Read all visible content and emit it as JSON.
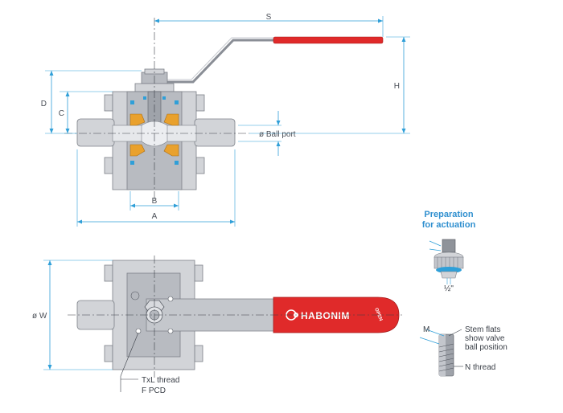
{
  "dimensions": {
    "s": "S",
    "h": "H",
    "d": "D",
    "c": "C",
    "b": "B",
    "a": "A",
    "ball_port": "ø Ball port",
    "w": "ø W"
  },
  "callouts": {
    "txl_thread": "TxL thread",
    "f_pcd": "F PCD",
    "m": "M",
    "stem_flats_1": "Stem flats",
    "stem_flats_2": "show valve",
    "stem_flats_3": "ball position",
    "n_thread": "N thread",
    "half_inch": "½\""
  },
  "preparation": {
    "line1": "Preparation",
    "line2": "for actuation"
  },
  "handle": {
    "brand": "HABONIM",
    "open_label": "OPEN"
  },
  "colors": {
    "handle": "#e02a2a",
    "seat": "#e9a12d",
    "seal": "#2f9fd8",
    "dimension": "#2f9fd8",
    "heading": "#2f8fcf"
  }
}
